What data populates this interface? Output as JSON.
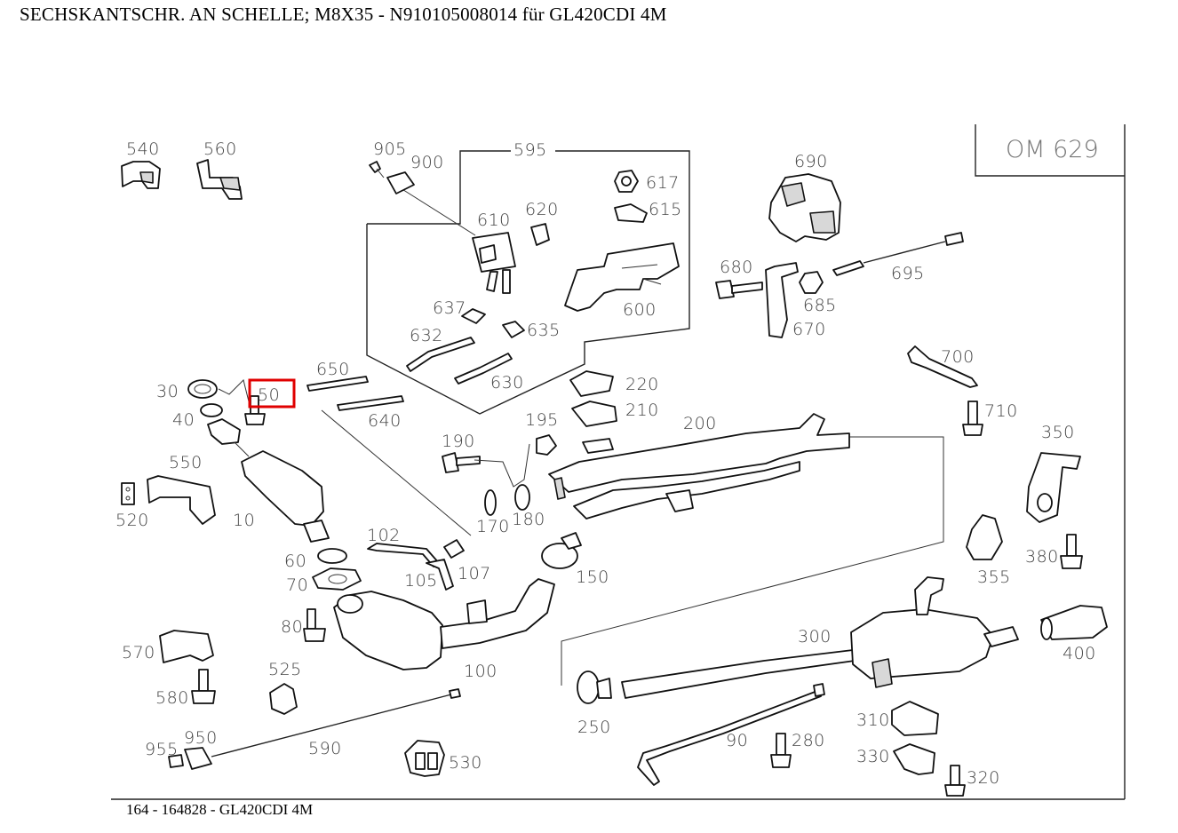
{
  "page_title": "SECHSKANTSCHR. AN SCHELLE; M8X35 - N910105008014 für GL420CDI 4M",
  "footer_text": "164 - 164828 - GL420CDI 4M",
  "engine_code": "OM 629",
  "highlighted_part": "50",
  "highlight_color": "#e00000",
  "parts": {
    "p540": "540",
    "p560": "560",
    "p905": "905",
    "p900": "900",
    "p595": "595",
    "p617": "617",
    "p615": "615",
    "p610": "610",
    "p620": "620",
    "p600": "600",
    "p637": "637",
    "p635": "635",
    "p632": "632",
    "p630": "630",
    "p690": "690",
    "p695": "695",
    "p680": "680",
    "p685": "685",
    "p670": "670",
    "p700": "700",
    "p710": "710",
    "p350": "350",
    "p380": "380",
    "p355": "355",
    "p400": "400",
    "p30": "30",
    "p50": "50",
    "p650": "650",
    "p640": "640",
    "p40": "40",
    "p220": "220",
    "p210": "210",
    "p195": "195",
    "p190": "190",
    "p200": "200",
    "p550": "550",
    "p520": "520",
    "p10": "10",
    "p170": "170",
    "p180": "180",
    "p102": "102",
    "p107": "107",
    "p105": "105",
    "p150": "150",
    "p60": "60",
    "p70": "70",
    "p80": "80",
    "p570": "570",
    "p580": "580",
    "p525": "525",
    "p100": "100",
    "p300": "300",
    "p250": "250",
    "p310": "310",
    "p955": "955",
    "p950": "950",
    "p590": "590",
    "p530": "530",
    "p90": "90",
    "p280": "280",
    "p330": "330",
    "p320": "320"
  }
}
